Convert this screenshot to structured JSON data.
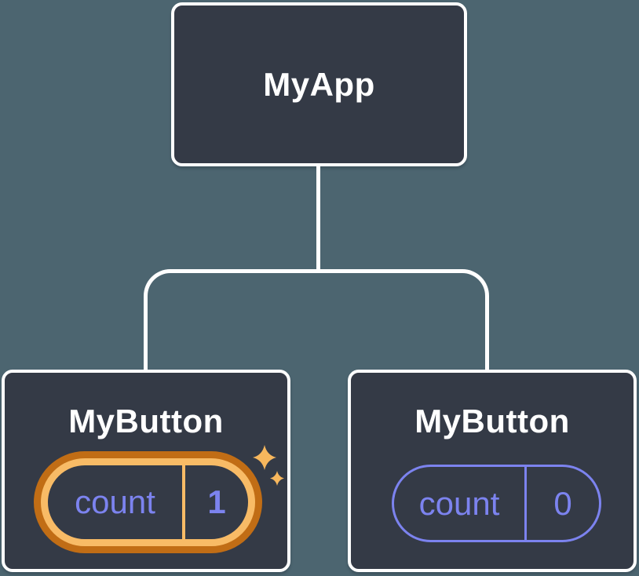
{
  "diagram": {
    "description": "React component tree with state",
    "background_color": "#4C6570",
    "node_fill_color": "#343A46",
    "node_border_color": "#FFFFFF",
    "title_text_color": "#FFFFFF",
    "state_accent_color": "#7C83EF",
    "highlight_inner_color": "#F8BB66",
    "highlight_outer_color": "#C16D15",
    "sparkle_color": "#F7B75D",
    "tree": {
      "root": {
        "label": "MyApp"
      },
      "children": [
        {
          "label": "MyButton",
          "state": {
            "key": "count",
            "value": "1"
          },
          "highlighted": true,
          "sparkles": true
        },
        {
          "label": "MyButton",
          "state": {
            "key": "count",
            "value": "0"
          },
          "highlighted": false,
          "sparkles": false
        }
      ]
    }
  }
}
